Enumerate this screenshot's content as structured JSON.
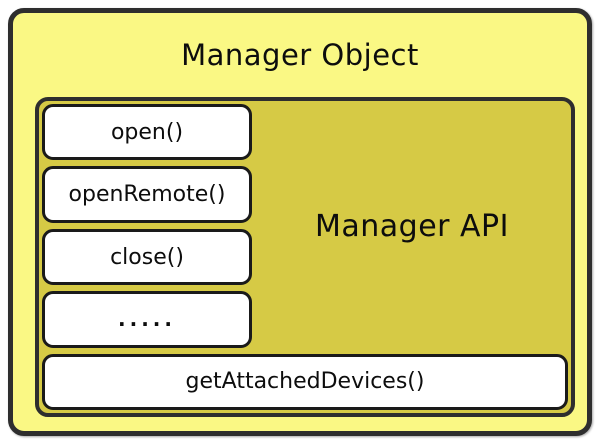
{
  "diagram": {
    "title": "Manager Object",
    "api_label": "Manager API",
    "methods": [
      "open()",
      "openRemote()",
      "close()",
      "....."
    ],
    "full_width_method": "getAttachedDevices()",
    "colors": {
      "outer_fill": "#FAF884",
      "inner_fill": "#D6CA45",
      "border": "#2E2E2E",
      "method_fill": "#FFFFFF",
      "text": "#0D0D0D"
    }
  }
}
